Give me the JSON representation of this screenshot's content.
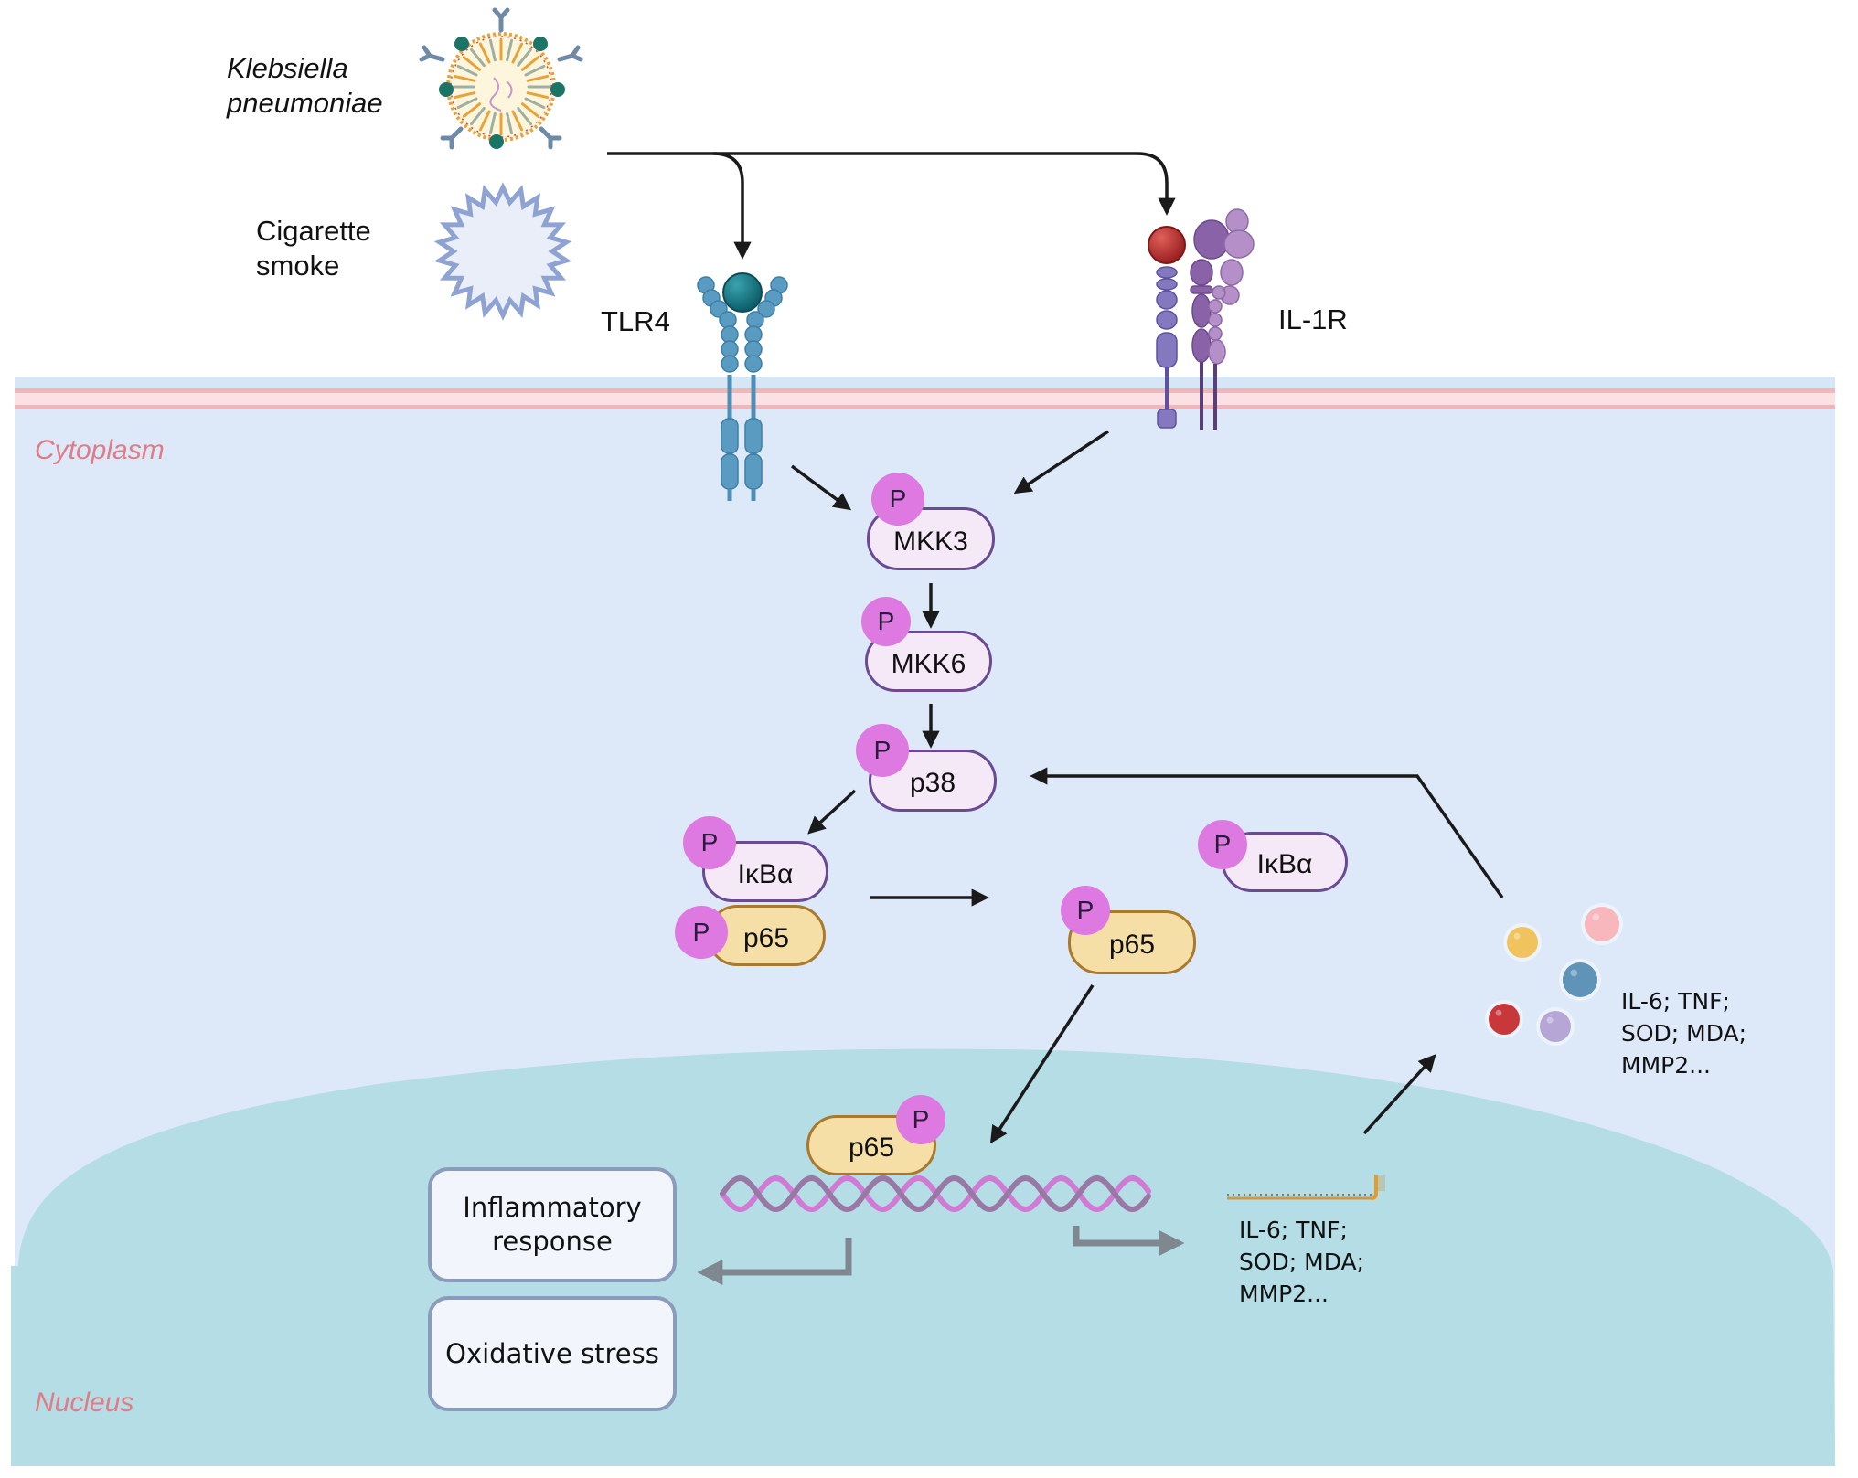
{
  "stimuli": {
    "bacteria_label": "Klebsiella\npneumoniae",
    "smoke_label": "Cigarette\nsmoke"
  },
  "receptors": {
    "tlr4_label": "TLR4",
    "il1r_label": "IL-1R"
  },
  "regions": {
    "cytoplasm_label": "Cytoplasm",
    "nucleus_label": "Nucleus"
  },
  "cascade": {
    "phospho_label": "P",
    "mkk3": "MKK3",
    "mkk6": "MKK6",
    "p38": "p38",
    "ikba": "IκBα",
    "p65": "p65"
  },
  "secreted": {
    "label": "IL-6; TNF;\nSOD; MDA;\nMMP2...",
    "sphere_colors": [
      "#f0c35e",
      "#f7b7bd",
      "#5f93b8",
      "#c8373a",
      "#b6a6d6"
    ]
  },
  "nucleus": {
    "gene_label": "IL-6; TNF;\nSOD; MDA;\nMMP2...",
    "outcomes": [
      "Inflammatory\nresponse",
      "Oxidative stress"
    ]
  },
  "colors": {
    "cytoplasm": "#dde9f8",
    "nucleus": "#b5dde6",
    "membrane": "#f4c0c4",
    "region_label": "#e07c86",
    "kinase_fill": "#f5e9f8",
    "kinase_border": "#6a4a92",
    "p65_fill": "#f6dfa7",
    "p65_border": "#a9792c",
    "phospho": "#dd79e0",
    "tlr4": "#5a9bc2",
    "tlr4_ligand": "#0f6e7d",
    "il1r_ligand": "#b02a2a",
    "il1r_a": "#8478be",
    "il1r_b": "#8a62a8",
    "il1r_c": "#b48fc8",
    "dna_a": "#d07ad4",
    "dna_b": "#9a78a6",
    "arrow": "#1a1a1a",
    "transcription_arrow": "#7f8790"
  }
}
